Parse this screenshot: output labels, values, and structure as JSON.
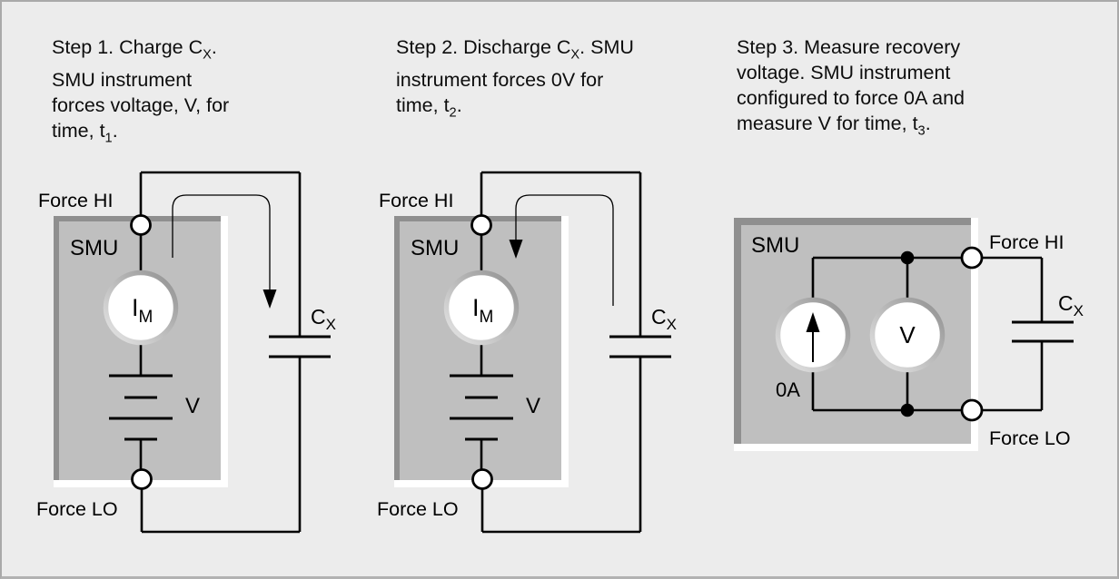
{
  "figure": {
    "background": "#ececec",
    "border_color": "#a9a9a9",
    "panel_fill": "#bfbfbf",
    "panel_frame": "#8f8f8f",
    "panel_highlight": "#ffffff",
    "wire_color": "#000000"
  },
  "steps": [
    {
      "description_lines": [
        [
          "Step 1. Charge C",
          {
            "sub": "X"
          },
          "."
        ],
        [
          "SMU instrument"
        ],
        [
          "forces voltage, V, for"
        ],
        [
          "time, t",
          {
            "sub": "1"
          },
          "."
        ]
      ],
      "labels": {
        "force_hi": "Force HI",
        "force_lo": "Force LO",
        "smu": "SMU",
        "meter_main": "I",
        "meter_sub": "M",
        "source": "V",
        "cap_main": "C",
        "cap_sub": "X"
      }
    },
    {
      "description_lines": [
        [
          "Step 2. Discharge C",
          {
            "sub": "X"
          },
          ". SMU"
        ],
        [
          "instrument forces 0V for"
        ],
        [
          "time, t",
          {
            "sub": "2"
          },
          "."
        ]
      ],
      "labels": {
        "force_hi": "Force HI",
        "force_lo": "Force LO",
        "smu": "SMU",
        "meter_main": "I",
        "meter_sub": "M",
        "source": "V",
        "cap_main": "C",
        "cap_sub": "X"
      }
    },
    {
      "description_lines": [
        [
          "Step 3. Measure recovery"
        ],
        [
          "voltage. SMU instrument"
        ],
        [
          "configured to force 0A and"
        ],
        [
          "measure V for time, t",
          {
            "sub": "3"
          },
          "."
        ]
      ],
      "labels": {
        "force_hi": "Force HI",
        "force_lo": "Force LO",
        "smu": "SMU",
        "source": "0A",
        "meter": "V",
        "cap_main": "C",
        "cap_sub": "X"
      }
    }
  ]
}
